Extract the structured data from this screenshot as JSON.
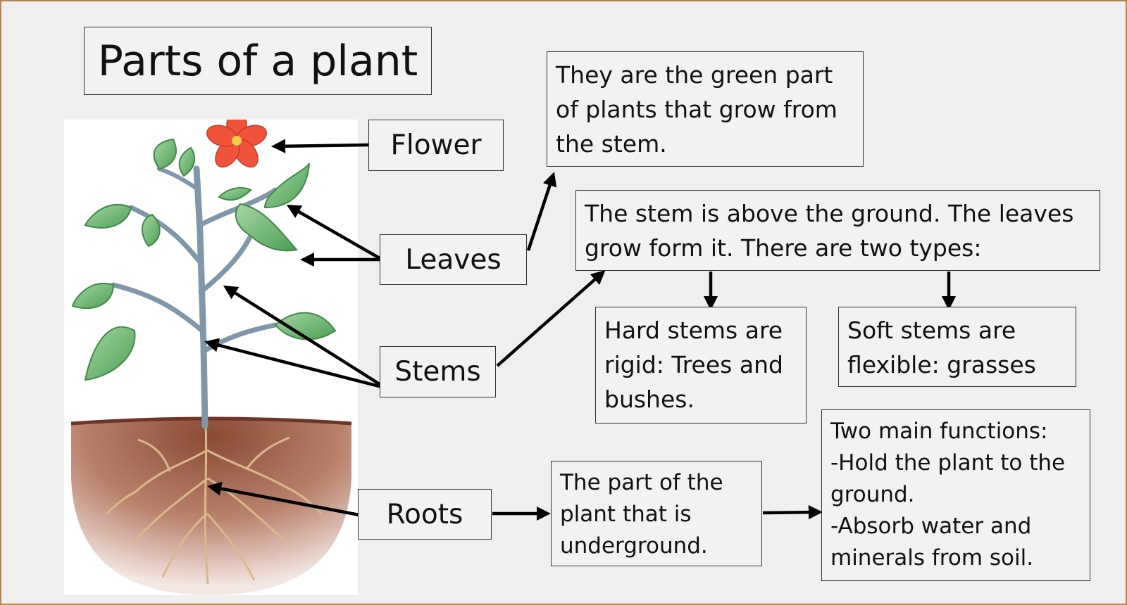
{
  "title": "Parts of a plant",
  "labels": {
    "flower": "Flower",
    "leaves": "Leaves",
    "stems": "Stems",
    "roots": "Roots"
  },
  "notes": {
    "leaves_definition": "They are the green part\nof plants that grow from\nthe stem.",
    "stem_definition": "The stem is above the ground. The leaves\ngrow form it. There are two types:",
    "hard_stems": "Hard stems are\nrigid: Trees and\nbushes.",
    "soft_stems": "Soft stems are\nflexible: grasses",
    "roots_definition": "The part of the\nplant that is\nunderground.",
    "roots_functions": "Two main functions:\n-Hold the plant to the\nground.\n-Absorb water and\nminerals from soil."
  },
  "colors": {
    "frame": "#b8824a",
    "petal": "#f0523a",
    "leaf": "#5fae62",
    "stem": "#7f97a8",
    "soil": "#9e5c46"
  }
}
